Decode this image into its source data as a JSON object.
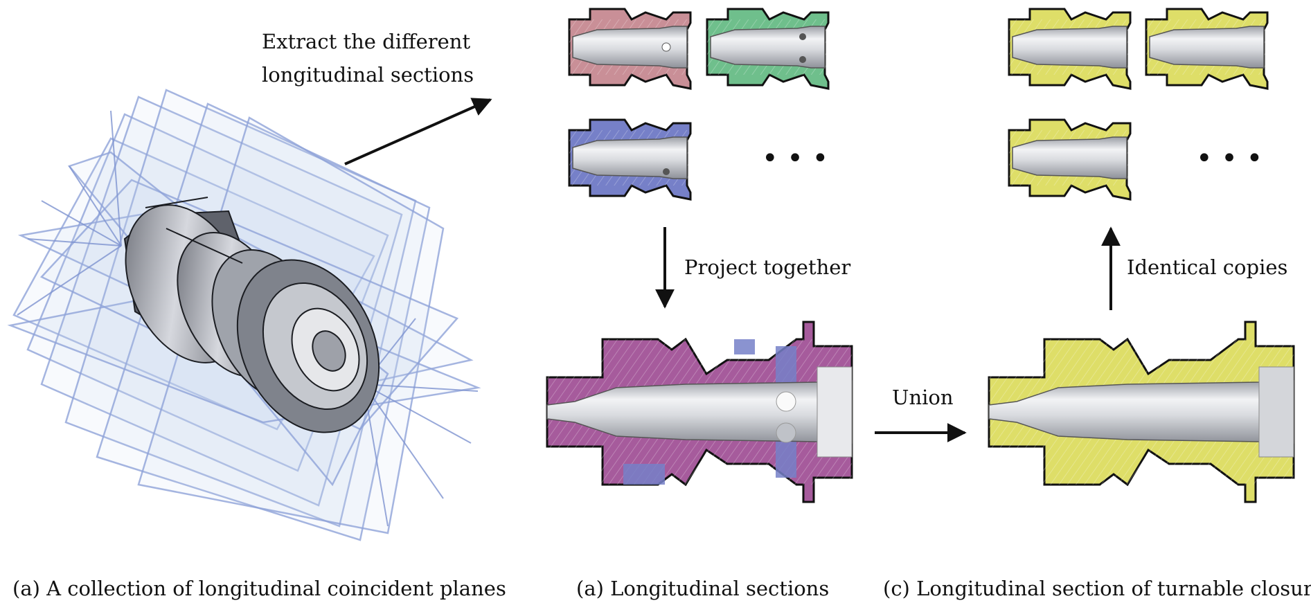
{
  "annotations": {
    "extract": [
      "Extract the different",
      "longitudinal sections"
    ],
    "project": "Project together",
    "identical": "Identical copies",
    "union": "Union",
    "ellipsis_left": "• • •",
    "ellipsis_right": "• • •"
  },
  "captions": {
    "left": "(a) A collection of longitudinal coincident planes",
    "middle": "(a) Longitudinal sections",
    "right": "(c) Longitudinal section of turnable closure"
  },
  "colors": {
    "red_section": "#c98f97",
    "green_section": "#6fbf8c",
    "blue_section": "#7680c8",
    "purple_projection": "#a65b9c",
    "yellow_section": "#dede68",
    "planes": "#8fa3d8",
    "metal": "#b9bcc4",
    "outline": "#111111"
  }
}
